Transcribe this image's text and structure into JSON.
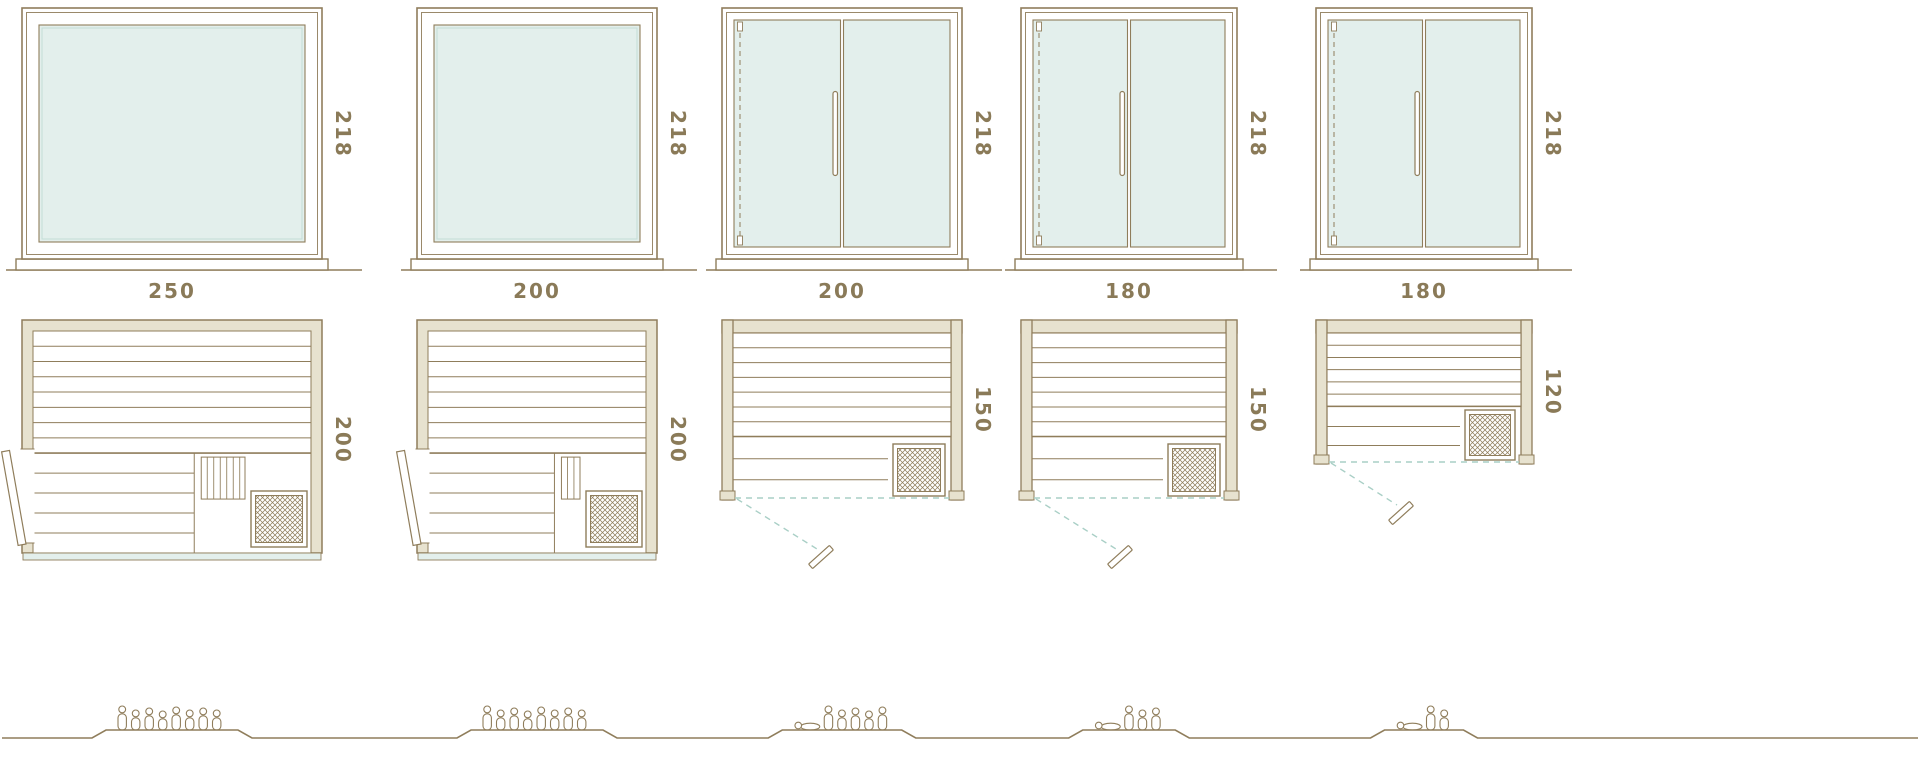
{
  "palette": {
    "line": "#8f7d5b",
    "label": "#8a7a58",
    "glass": "#e3efec",
    "glass_line": "#c3ddd6",
    "wall": "#e7e2cf",
    "teal": "#a9cfc6",
    "background": "#ffffff"
  },
  "units": [
    {
      "front": {
        "width_label": "250",
        "height_label": "218",
        "style": "fixed-glass-panel"
      },
      "plan": {
        "depth_label": "200",
        "door": "side-hinged-door"
      },
      "people": {
        "standing": 8,
        "lying": 0
      }
    },
    {
      "front": {
        "width_label": "200",
        "height_label": "218",
        "style": "fixed-glass-panel"
      },
      "plan": {
        "depth_label": "200",
        "door": "side-hinged-door"
      },
      "people": {
        "standing": 8,
        "lying": 0
      }
    },
    {
      "front": {
        "width_label": "200",
        "height_label": "218",
        "style": "double-glass-door"
      },
      "plan": {
        "depth_label": "150",
        "door": "front-glass-door"
      },
      "people": {
        "standing": 5,
        "lying": 1
      }
    },
    {
      "front": {
        "width_label": "180",
        "height_label": "218",
        "style": "double-glass-door"
      },
      "plan": {
        "depth_label": "150",
        "door": "front-glass-door"
      },
      "people": {
        "standing": 3,
        "lying": 1
      }
    },
    {
      "front": {
        "width_label": "180",
        "height_label": "218",
        "style": "double-glass-door"
      },
      "plan": {
        "depth_label": "120",
        "door": "front-glass-door"
      },
      "people": {
        "standing": 2,
        "lying": 1
      }
    }
  ]
}
